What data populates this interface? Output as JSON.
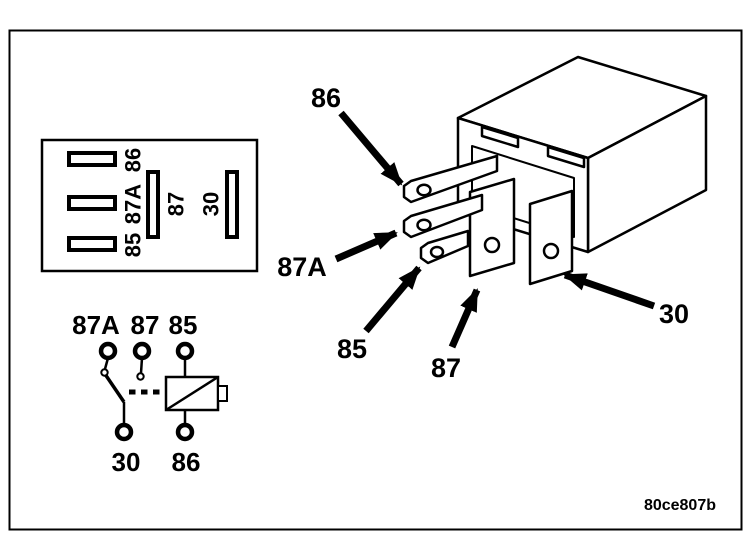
{
  "figure": {
    "code": "80ce807b"
  },
  "socket_view": {
    "pin_86": "86",
    "pin_87a": "87A",
    "pin_85": "85",
    "pin_87": "87",
    "pin_30": "30"
  },
  "schematic": {
    "terminal_87a": "87A",
    "terminal_87": "87",
    "terminal_85": "85",
    "terminal_30": "30",
    "terminal_86": "86"
  },
  "callouts": {
    "pin_86": "86",
    "pin_87a": "87A",
    "pin_85": "85",
    "pin_87": "87",
    "pin_30": "30"
  }
}
